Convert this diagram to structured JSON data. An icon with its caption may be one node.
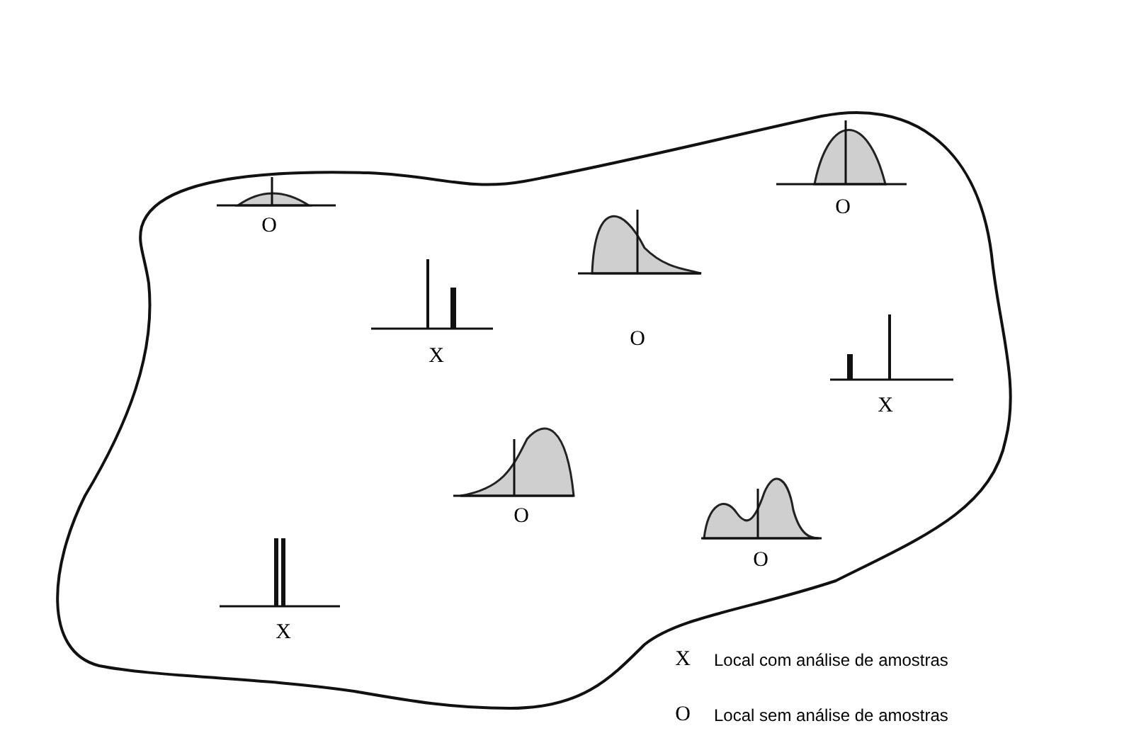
{
  "diagram": {
    "labels": [
      "O",
      "O",
      "O",
      "X",
      "X",
      "O",
      "O",
      "X",
      "X",
      "O"
    ],
    "legend": [
      {
        "text": "Local com análise de amostras"
      },
      {
        "text": "Local sem análise de amostras"
      }
    ]
  }
}
